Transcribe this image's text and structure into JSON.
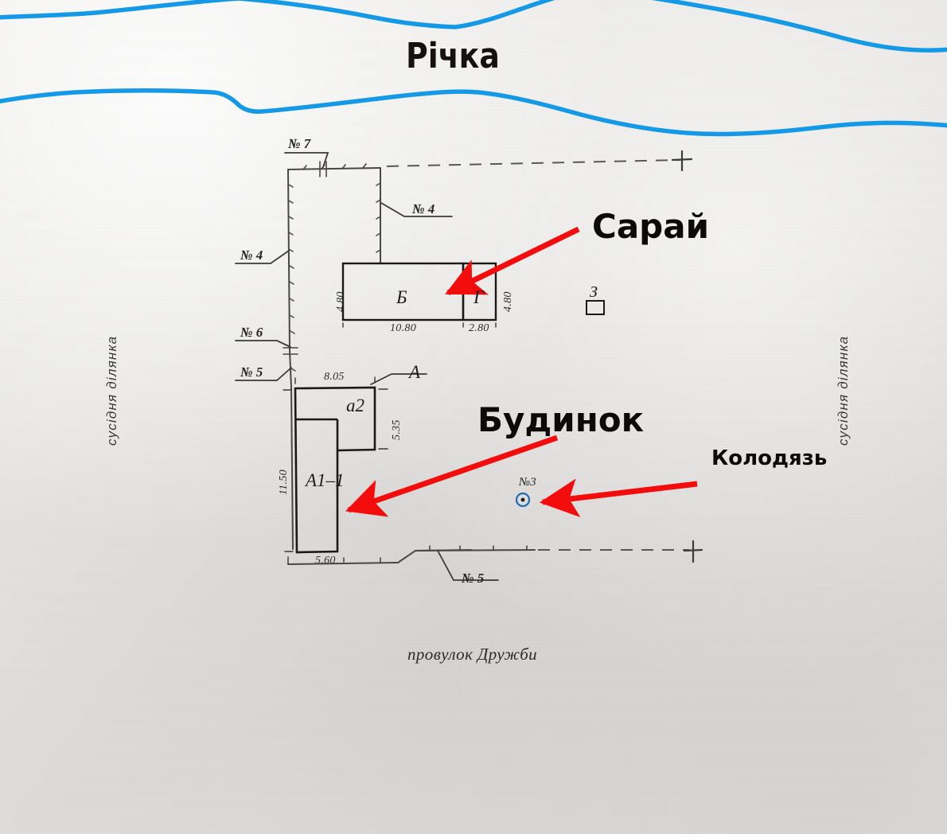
{
  "document": {
    "kind": "land-plot-site-plan-photo",
    "background_color": "#e3e2e0"
  },
  "river": {
    "label": "Річка",
    "color": "#159ae8"
  },
  "annotations": [
    {
      "id": "saray",
      "label": "Сарай",
      "color": "#f40d0d",
      "size": "big"
    },
    {
      "id": "budynok",
      "label": "Будинок",
      "color": "#f40d0d",
      "size": "big"
    },
    {
      "id": "kolodyaz",
      "label": "Колодязь",
      "color": "#f40d0d",
      "size": "med"
    }
  ],
  "side_labels": {
    "left": "сусідня ділянка",
    "right": "сусідня ділянка"
  },
  "street": {
    "label": "провулок Дружби"
  },
  "boundary_markers": [
    {
      "id": "m7",
      "label": "№ 7"
    },
    {
      "id": "m4_top",
      "label": "№ 4"
    },
    {
      "id": "m4_left",
      "label": "№ 4"
    },
    {
      "id": "m6_left",
      "label": "№ 6"
    },
    {
      "id": "m5_left",
      "label": "№ 5"
    },
    {
      "id": "m5_bottom",
      "label": "№ 5"
    }
  ],
  "well": {
    "label": "№3",
    "marker_color": "#1b6fb5"
  },
  "buildings": [
    {
      "id": "B",
      "label": "Б",
      "width": "10.80",
      "height": "4.80"
    },
    {
      "id": "G",
      "label": "Г",
      "width": "2.80",
      "height": "4.80"
    },
    {
      "id": "Z",
      "label": "З",
      "width": "",
      "height": ""
    },
    {
      "id": "a2",
      "label": "а2",
      "width": "8.05",
      "height": "5.35"
    },
    {
      "id": "A11",
      "label": "А1–1",
      "width": "5.60",
      "height": "11.50"
    },
    {
      "id": "A",
      "label": "А",
      "width": "",
      "height": ""
    }
  ],
  "dimensions": {
    "b_width": "10.80",
    "b_height_left": "4.80",
    "g_width": "2.80",
    "g_height_right": "4.80",
    "a2_width": "8.05",
    "a2_height": "5.35",
    "a11_height": "11.50",
    "a11_width": "5.60"
  }
}
